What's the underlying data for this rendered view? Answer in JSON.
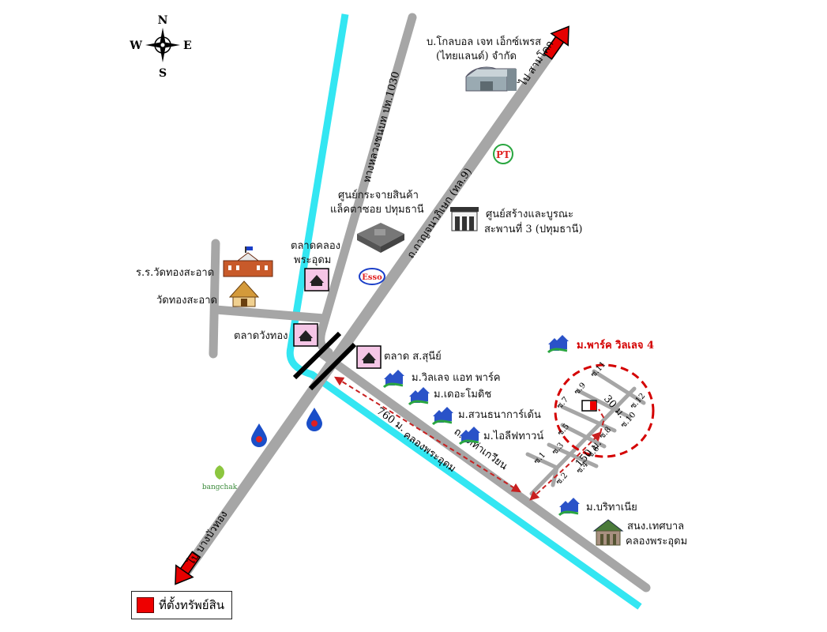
{
  "compass": {
    "n": "N",
    "s": "S",
    "e": "E",
    "w": "W"
  },
  "roads": {
    "highway_north": "ไป สามโคก",
    "highway_south": "ไป บางบัวทอง",
    "highway_name": "ถ.กาญจนาภิเษก (ทล.9)",
    "rural_road": "ทางหลวงชนบท ปท.1030",
    "wat_road": "ถ.วัดท่าเกวียน",
    "canal": "คลองพระอุดม"
  },
  "distances": {
    "d760": "760 ม.",
    "d150": "150 ม.",
    "d30": "30 ม."
  },
  "places": {
    "company": "บ.โกลบอล เจท เอ็กซ์เพรส",
    "company2": "(ไทยแลนด์) จำกัด",
    "dist_center": "ศูนย์กระจายสินค้า",
    "dist_center2": "แล็คตาซอย ปทุมธานี",
    "bridge_center": "ศูนย์สร้างและบูรณะ",
    "bridge_center2": "สะพานที่ 3 (ปทุมธานี)",
    "school": "ร.ร.วัดทองสะอาด",
    "temple": "วัดทองสะอาด",
    "market_klong": "ตลาดคลอง",
    "market_klong2": "พระอุดม",
    "market_wangthong": "ตลาดวังทอง",
    "market_sanee": "ตลาด ส.สุนีย์",
    "village_park": "ม.พาร์ค วิลเลจ 4",
    "village_villa": "ม.วิลเลจ แอท พาร์ค",
    "village_domich": "ม.เดอะโมดิช",
    "village_garden": "ม.สวนธนาการ์เด้น",
    "village_life": "ม.ไอลีฟทาวน์",
    "village_boritha": "ม.บริทาเนีย",
    "municipal": "สนง.เทศบาล",
    "municipal2": "คลองพระอุดม",
    "esso": "Esso",
    "bangchak": "bangchak",
    "pt": "PT"
  },
  "sois": [
    "ซ.1",
    "ซ.2",
    "ซ.3",
    "ซ.4",
    "ซ.5",
    "ซ.6",
    "ซ.7",
    "ซ.8",
    "ซ.9",
    "ซ.10",
    "ซ.11",
    "ซ.12"
  ],
  "legend": {
    "label": "ที่ตั้งทรัพย์สิน"
  },
  "colors": {
    "road": "#a6a6a6",
    "canal": "#33e6f2",
    "arrow": "#e60000",
    "property": "#ee0000",
    "route": "#cc2222"
  }
}
